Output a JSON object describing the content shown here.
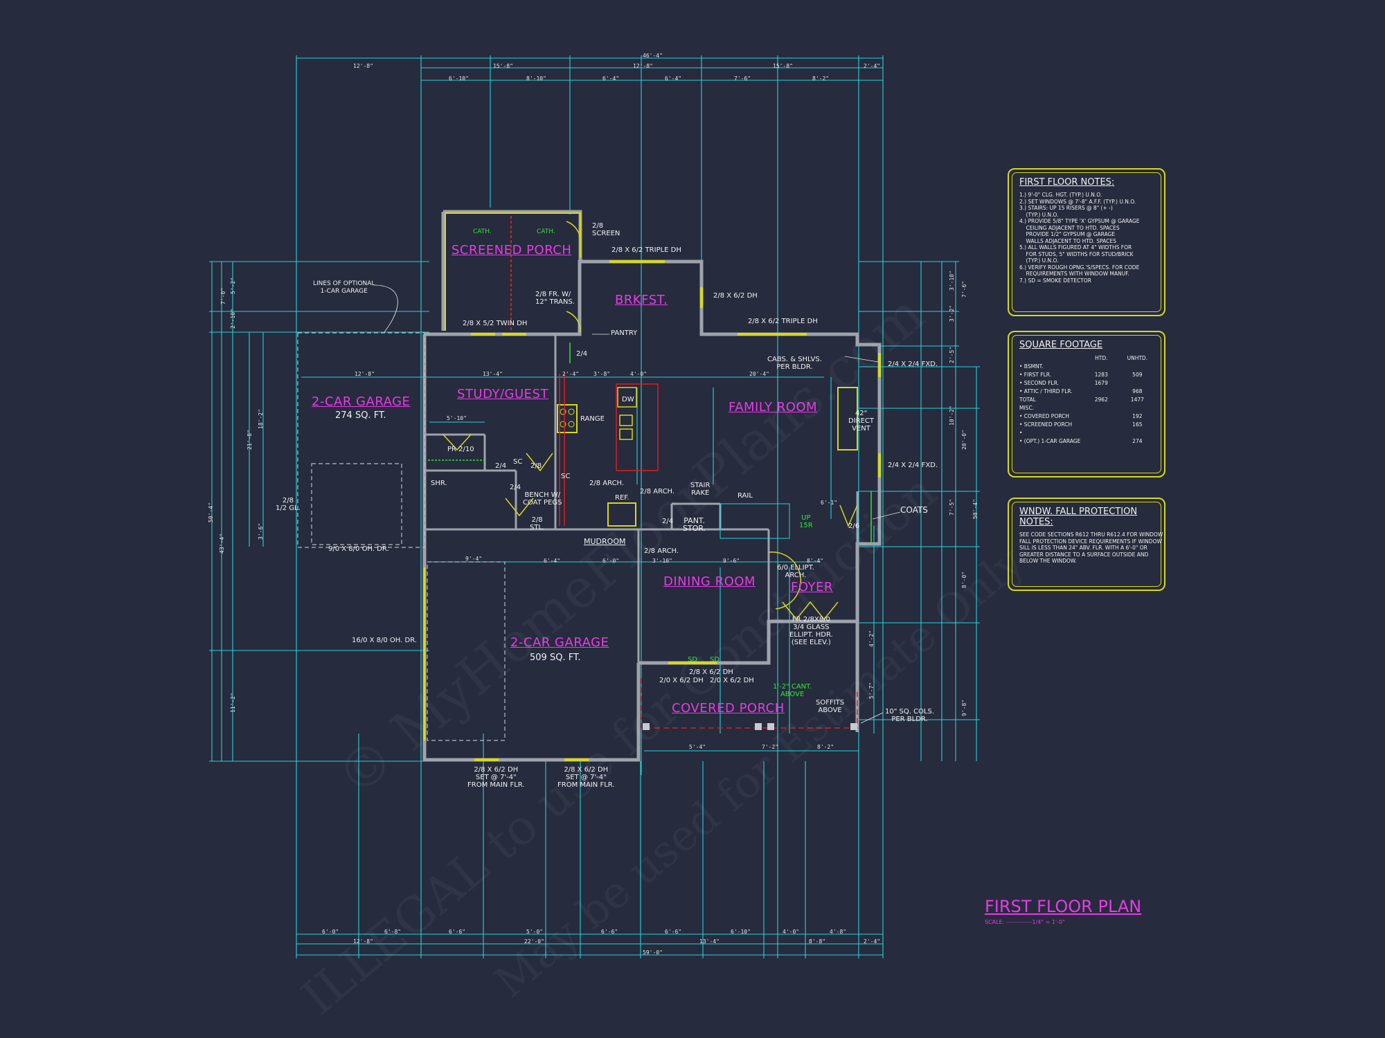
{
  "plan_title": "FIRST FLOOR PLAN",
  "scale": "SCALE: -------------1/4\" = 1'-0\"",
  "watermark": [
    "© MyHomeFloorPlans.com",
    "ILLEGAL to use for Construction",
    "May be used for Estimate Only"
  ],
  "rooms": {
    "screened_porch": "SCREENED PORCH",
    "brkfst": "BRKFST.",
    "study_guest": "STUDY/GUEST",
    "family_room": "FAMILY ROOM",
    "garage_optional": "2-CAR GARAGE",
    "garage_optional_sqft": "274 SQ. FT.",
    "garage_main": "2-CAR GARAGE",
    "garage_main_sqft": "509 SQ. FT.",
    "dining_room": "DINING ROOM",
    "foyer": "FOYER",
    "covered_porch": "COVERED PORCH"
  },
  "labels": {
    "cath1": "CATH.",
    "cath2": "CATH.",
    "screen": "2/8\nSCREEN",
    "triple_dh_top": "2/8 x 6/2 TRIPLE DH",
    "brkfst_dh": "2/8 x 6/2 DH",
    "fr_trans": "2/8 FR. W/\n12\" TRANS.",
    "twin_dh": "2/8 x 5/2 TWIN DH",
    "pantry": "PANTRY",
    "triple_dh_mid": "2/8 x 6/2 TRIPLE DH",
    "cabs": "CABS. & SHLVS.\nPER BLDR.",
    "fxd1": "2/4 x 2/4 FXD.",
    "fxd2": "2/4 x 2/4 FXD.",
    "lines_optional": "LINES OF OPTIONAL\n1-CAR GARAGE",
    "dw": "DW",
    "range": "RANGE",
    "vent": "42\"\nDIRECT\nVENT",
    "pr_210": "PR 2/10",
    "door_24a": "2/4",
    "door_28a": "2/8",
    "door_24b": "2/4",
    "door_24c": "2/4",
    "door_28b": "2/8",
    "door_24d": "2/4",
    "sc1": "SC",
    "sc2": "SC",
    "arch1": "2/8 ARCH.",
    "arch2": "2/8 ARCH.",
    "arch3": "2/8 ARCH.",
    "stair_rake": "STAIR\nRAKE",
    "rail": "RAIL",
    "bench": "BENCH W/\nCOAT PEGS",
    "ref": "REF.",
    "shr": "SHR.",
    "stl": "2/8\nSTL.",
    "pant_stor": "PANT.\nSTOR.",
    "mudroom": "MUDROOM",
    "up": "UP\n15R",
    "coats": "COATS",
    "door_26": "2/6",
    "gl_door": "2/8\n1/2 GL.",
    "oh_door_small": "9/0 X 8/0 OH. DR.",
    "oh_door_large": "16/0 X 8/0 OH. DR.",
    "ellipt": "6/0 ELLIPT.\nARCH.",
    "foyer_door": "FR 2/8x8/0\n3/4 GLASS\nELLIPT. HDR.\n(SEE ELEV.)",
    "dh_porch": "2/8 x 6/2 DH",
    "dh_porch_a": "2/0 x 6/2 DH",
    "dh_porch_b": "2/0 x 6/2 DH",
    "sd1": "SD",
    "sd2": "SD",
    "cant": "1'-2\" CANT.\nABOVE",
    "soffits": "SOFFITS\nABOVE",
    "cols": "10\" SQ. COLS.\nPER BLDR.",
    "garage_win1": "2/8 x 6/2 DH\nSET @ 7'-4\"\nFROM MAIN FLR.",
    "garage_win2": "2/8 x 6/2 DH\nSET @ 7'-4\"\nFROM MAIN FLR."
  },
  "dimensions": {
    "top_overall": "46'-4\"",
    "top_row1": [
      "12'-8\"",
      "15'-8\"",
      "12'-8\"",
      "15'-8\"",
      "2'-4\""
    ],
    "top_row2": [
      "6'-10\"",
      "8'-10\"",
      "6'-4\"",
      "6'-4\"",
      "7'-6\"",
      "8'-2\""
    ],
    "bottom_overall": "59'-0\"",
    "bottom_row1": [
      "12'-8\"",
      "22'-0\"",
      "13'-4\"",
      "8'-8\"",
      "2'-4\""
    ],
    "bottom_row2": [
      "6'-0\"",
      "6'-8\"",
      "6'-6\"",
      "5'-0\"",
      "6'-6\"",
      "6'-6\"",
      "6'-10\"",
      "4'-0\"",
      "4'-8\""
    ],
    "left": [
      "7'-0\"",
      "5'-2\"",
      "2'-10\"",
      "21'-8\"",
      "18'-2\"",
      "3'-6\"",
      "50'-4\"",
      "43'-4\"",
      "11'-2\""
    ],
    "right": [
      "3'-10\"",
      "7'-6\"",
      "3'-2\"",
      "2'-5\"",
      "10'-2\"",
      "20'-0\"",
      "7'-5\"",
      "50'-4\"",
      "8'-0\"",
      "4'-2\"",
      "5'-7\"",
      "9'-8\""
    ],
    "interior": [
      "12'-8\"",
      "13'-4\"",
      "2'-4\"",
      "3'-8\"",
      "4'-0\"",
      "20'-4\"",
      "5'-10\"",
      "9'-4\"",
      "6'-4\"",
      "6'-0\"",
      "3'-10\"",
      "9'-6\"",
      "8'-4\"",
      "6'-1\"",
      "5'-4\"",
      "7'-2\"",
      "8'-2\""
    ]
  },
  "notes": {
    "first_floor": {
      "title": "FIRST FLOOR NOTES:",
      "items": [
        "1.) 9'-0\" CLG. HGT. (TYP.) U.N.O.",
        "2.) SET WINDOWS @ 7'-8\" A.F.F. (TYP.) U.N.O.",
        "3.) STAIRS: UP 15 RISERS @ 8\" (+ -)\n    (TYP.) U.N.O.",
        "4.) PROVIDE 5/8\" TYPE 'X' GYPSUM @ GARAGE\n    CEILING ADJACENT TO HTD. SPACES\n    PROVIDE 1/2\" GYPSUM @ GARAGE\n    WALLS ADJACENT TO HTD. SPACES",
        "5.) ALL WALLS FIGURED AT 4\" WIDTHS FOR\n    FOR STUDS, 5\" WIDTHS FOR STUD/BRICK\n    (TYP.) U.N.O.",
        "6.) VERIFY ROUGH OPNG.'S/SPECS. FOR CODE\n    REQUIREMENTS WITH WINDOW MANUF.",
        "7.) SD = SMOKE DETECTOR"
      ]
    },
    "square_footage": {
      "title": "SQUARE FOOTAGE",
      "col_htd": "HTD.",
      "col_unhtd": "UNHTD.",
      "rows": [
        [
          "• BSMNT.",
          "",
          ""
        ],
        [
          "• FIRST FLR.",
          "1283",
          "509"
        ],
        [
          "• SECOND FLR.",
          "1679",
          ""
        ],
        [
          "• ATTIC / THIRD FLR.",
          "",
          "968"
        ],
        [
          "TOTAL",
          "2962",
          "1477"
        ],
        [
          "MISC.",
          "",
          ""
        ],
        [
          "• COVERED PORCH",
          "",
          "192"
        ],
        [
          "• SCREENED PORCH",
          "",
          "165"
        ],
        [
          "•",
          "",
          ""
        ],
        [
          "• (OPT.) 1-CAR GARAGE",
          "",
          "274"
        ]
      ]
    },
    "window_fall": {
      "title": "WNDW. FALL PROTECTION NOTES:",
      "text": "SEE CODE SECTIONS R612 THRU R612.4 FOR WINDOW\nFALL PROTECTION DEVICE REQUIREMENTS IF WINDOW\nSILL IS LESS THAN 24\" ABV. FLR. WITH A 6'-0\" OR\nGREATER DISTANCE TO A SURFACE OUTSIDE AND\nBELOW THE WINDOW."
    }
  },
  "colors": {
    "background": "#262b3d",
    "dimension_cyan": "#27d3dc",
    "wall_gray": "#9fa3ab",
    "room_magenta": "#e83be8",
    "window_yellow": "#d8d820",
    "accent_green": "#33e633",
    "accent_red": "#d92020"
  }
}
